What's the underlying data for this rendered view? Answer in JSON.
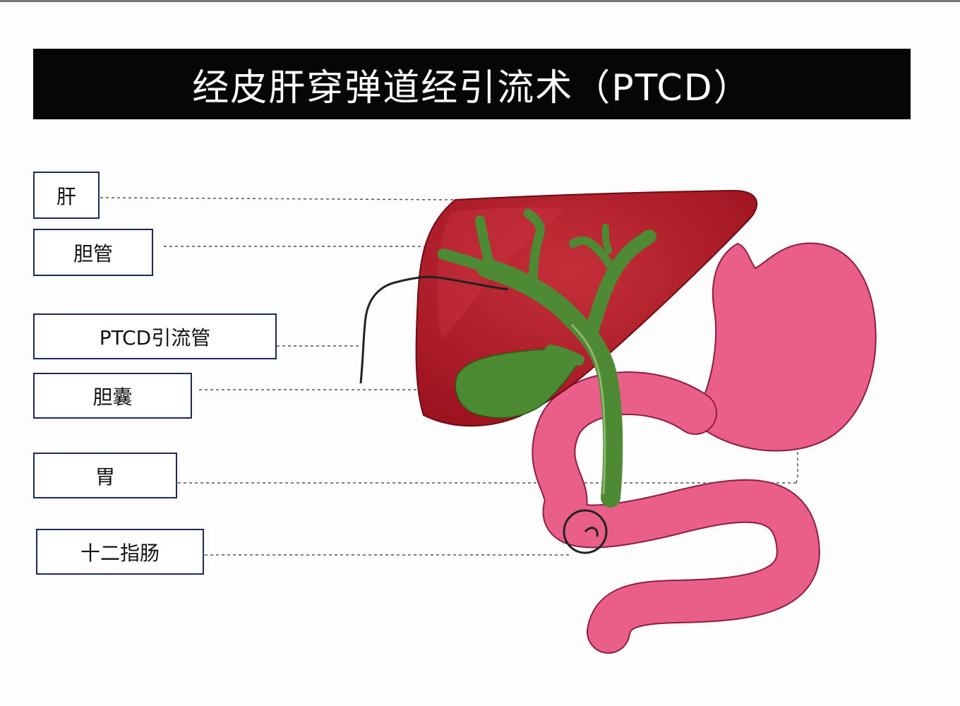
{
  "title": "经皮肝穿弹道经引流术（PTCD）",
  "labels": {
    "liver": "肝",
    "bile_duct": "胆管",
    "ptcd_tube": "PTCD引流管",
    "gallbladder": "胆囊",
    "stomach": "胃",
    "duodenum": "十二指肠"
  },
  "colors": {
    "liver": "#b01a28",
    "bile_duct": "#4e8a34",
    "stomach": "#ea5f8a",
    "title_bar": "#060606",
    "box_border": "#1e2a5a"
  }
}
